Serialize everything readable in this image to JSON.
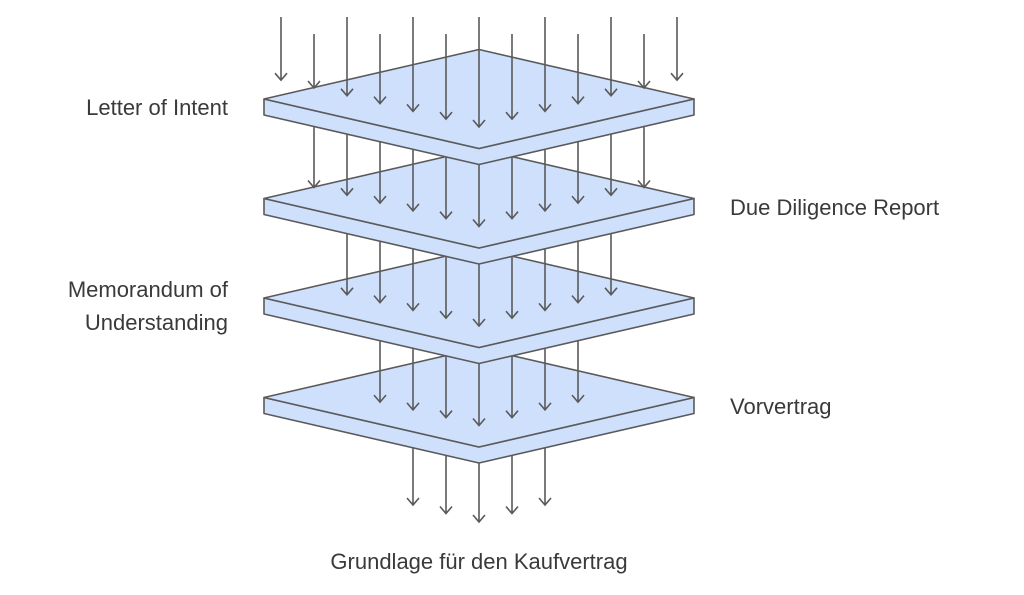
{
  "colors": {
    "plate_fill": "#cfe0fd",
    "stroke": "#5a5a5a",
    "text": "#3a3a3a"
  },
  "layers": [
    {
      "label": "Letter of Intent",
      "side": "left"
    },
    {
      "label": "Due Diligence Report",
      "side": "right"
    },
    {
      "label_lines": [
        "Memorandum of",
        "Understanding"
      ],
      "side": "left"
    },
    {
      "label": "Vorvertrag",
      "side": "right"
    }
  ],
  "result_label": "Grundlage für den Kaufvertrag"
}
